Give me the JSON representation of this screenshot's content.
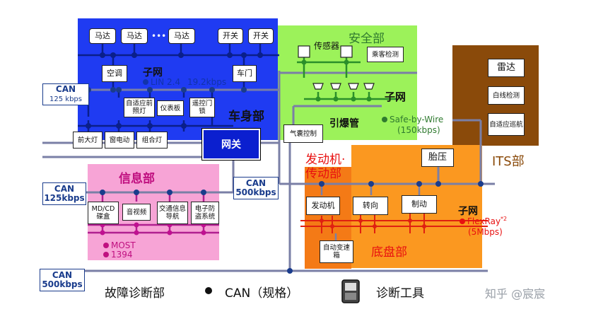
{
  "body_domain": {
    "title": "车身部",
    "lin_label": "LIN 2.4",
    "lin_speed": "19.2kbps",
    "subnet": "子网",
    "motors": [
      "马达",
      "马达",
      "马达"
    ],
    "switches": [
      "开关",
      "开关"
    ],
    "ellipsis": "•••",
    "boxes": {
      "ac": "空调",
      "door": "车门",
      "adaptive_headlight": "自适应前照灯",
      "instrument": "仪表板",
      "remote_door": "遥控门锁",
      "headlight": "前大灯",
      "window": "窗电动",
      "combo_light": "组合灯"
    }
  },
  "gateway": {
    "label": "网关"
  },
  "safety_domain": {
    "title": "安全部",
    "sensor": "传感器",
    "occupant": "乘客检测",
    "subnet": "子网",
    "igniter": "引爆管",
    "protocol": "Safe-by-Wire",
    "speed": "(150kbps)",
    "airbag": "气囊控制"
  },
  "its_domain": {
    "title": "ITS部",
    "radar": "雷达",
    "lane": "白线检测",
    "adaptive_cruise": "自适应巡航"
  },
  "info_domain": {
    "title": "信息部",
    "md_cd": "MD/CD碟盒",
    "audio": "音视频",
    "navigation": "交通信息导航",
    "anti_theft": "电子防盗系统",
    "most": "MOST",
    "ieee1394": "1394"
  },
  "powertrain_domain": {
    "title_line1": "发动机·",
    "title_line2": "传动部",
    "engine": "发动机",
    "auto_trans": "自动变速箱"
  },
  "chassis_domain": {
    "title": "底盘部",
    "tire": "胎压",
    "steering": "转向",
    "braking": "制动",
    "subnet": "子网",
    "flexray": "FlexRay",
    "flexray_note": "*2",
    "speed": "(5Mbps)"
  },
  "can_labels": {
    "body": {
      "line1": "CAN",
      "line2": "125 kbps"
    },
    "info": {
      "line1": "CAN",
      "line2": "125kbps"
    },
    "center": {
      "line1": "CAN",
      "line2": "500kbps"
    },
    "diag": {
      "line1": "CAN",
      "line2": "500kbps"
    }
  },
  "diagnostics": {
    "title": "故障诊断部",
    "can_note": "CAN（规格）",
    "tool": "诊断工具"
  },
  "watermark": "知乎 @宸宸",
  "colors": {
    "body_blue": "#1f3bf2",
    "safety_green": "#9cf25a",
    "its_brown": "#8a4a0a",
    "info_pink": "#f7a4d6",
    "chassis_orange": "#fb9820",
    "powertrain_orange": "#f47a16",
    "gateway_blue": "#0b1fcf",
    "bus_gray": "#7a7fa6"
  }
}
